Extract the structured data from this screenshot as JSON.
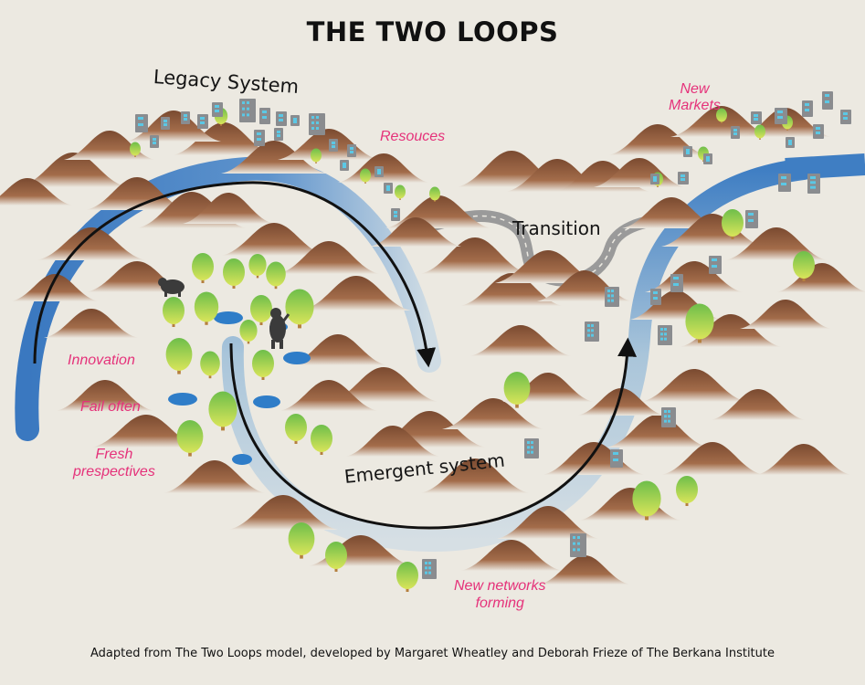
{
  "title": "THE TWO LOOPS",
  "labels": {
    "legacy_system": "Legacy System",
    "resources": "Resouces",
    "new_markets": "New\nMarkets",
    "transition": "Transition",
    "innovation": "Innovation",
    "fail_often": "Fail often",
    "fresh_perspectives": "Fresh\nprespectives",
    "emergent_system": "Emergent system",
    "new_networks": "New networks\nforming"
  },
  "caption": "Adapted from The Two Loops model, developed by Margaret Wheatley and Deborah Frieze of The Berkana Institute",
  "colors": {
    "background": "#ECE9E1",
    "label_accent": "#E5327A",
    "loop_blue": "#3F7EC3",
    "loop_pale": "#C9D6DE",
    "hill": "#8E5A3C",
    "tree": "#8CC63F",
    "building": "#8A8C8F",
    "window": "#5BC8E5",
    "road": "#9A9A9A"
  }
}
